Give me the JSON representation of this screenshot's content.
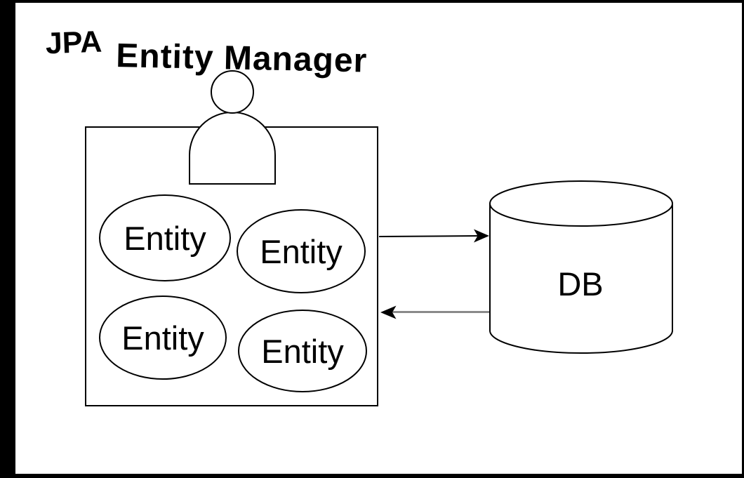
{
  "diagram": {
    "technology_label": "JPA",
    "title": "Entity Manager",
    "entity_manager": {
      "entities": [
        "Entity",
        "Entity",
        "Entity",
        "Entity"
      ]
    },
    "database": {
      "label": "DB"
    },
    "arrows": [
      {
        "from": "entity-manager-box",
        "to": "database",
        "direction": "right"
      },
      {
        "from": "database",
        "to": "entity-manager-box",
        "direction": "left"
      }
    ],
    "colors": {
      "canvas_border": "#000000",
      "page_background": "#ffffff",
      "stroke": "#000000",
      "text": "#000000",
      "return_arrow_line": "#8a8a8a"
    }
  }
}
